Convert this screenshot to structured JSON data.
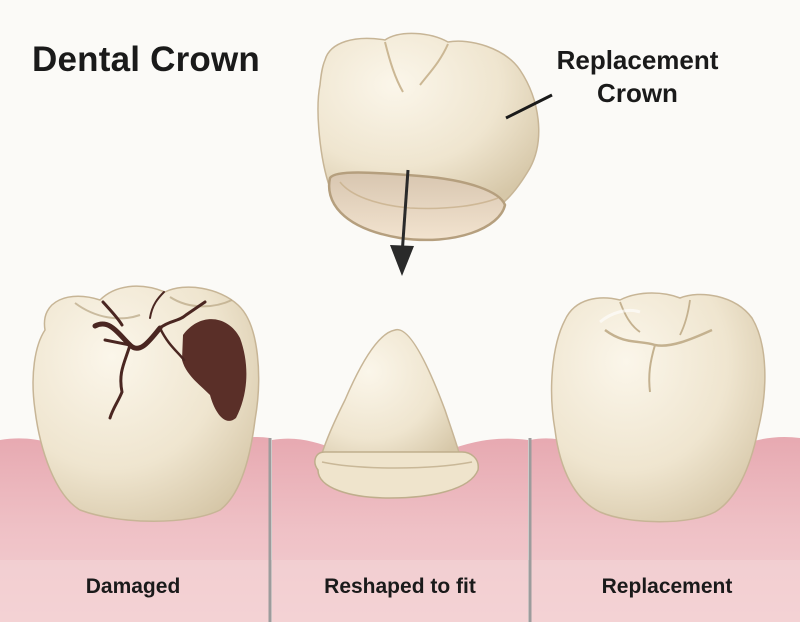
{
  "title": "Dental Crown",
  "callout_label": "Replacement Crown",
  "panels": [
    {
      "label": "Damaged"
    },
    {
      "label": "Reshaped to fit"
    },
    {
      "label": "Replacement"
    }
  ],
  "colors": {
    "background": "#fbfaf7",
    "gum": "#eab2b9",
    "gum_dark": "#d99aa3",
    "tooth": "#f1e8d5",
    "tooth_shadow": "#dccdb0",
    "decay": "#5a2f28",
    "divider": "#aaaaaa",
    "text": "#1a1a1a"
  }
}
